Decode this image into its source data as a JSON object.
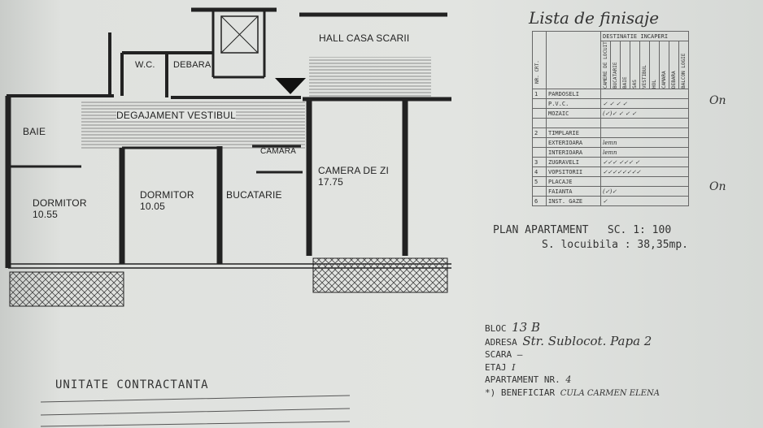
{
  "plan": {
    "rooms": [
      {
        "name": "HALL CASA SCARII"
      },
      {
        "name": "W.C."
      },
      {
        "name": "DEBARA"
      },
      {
        "name": "DEGAJAMENT VESTIBUL"
      },
      {
        "name": "BAIE"
      },
      {
        "name": "CAMARA"
      },
      {
        "name": "DORMITOR",
        "area": "10.55"
      },
      {
        "name": "DORMITOR",
        "area": "10.05"
      },
      {
        "name": "BUCATARIE"
      },
      {
        "name": "CAMERA DE ZI",
        "area": "17.75"
      }
    ]
  },
  "finishes": {
    "title": "Lista de finisaje",
    "header_group": "DESTINATIE INCAPERI",
    "nr_col": "NR. CRT.",
    "columns": [
      "CAMERE DE LOCUIT",
      "BUCATARIE",
      "BAIE",
      "SAS",
      "VESTIBUL",
      "HOL",
      "CAMARA",
      "DEBARA",
      "BALCON LOGIE"
    ],
    "rows": [
      {
        "nr": "1",
        "label": "PARDOSELI",
        "marks": ""
      },
      {
        "nr": "",
        "label": "P.V.C.",
        "marks": "✓      ✓ ✓ ✓"
      },
      {
        "nr": "",
        "label": "MOZAIC",
        "marks": "   (✓)✓      ✓ ✓ ✓"
      },
      {
        "nr": "",
        "label": "",
        "marks": ""
      },
      {
        "nr": "2",
        "label": "TIMPLARIE",
        "marks": ""
      },
      {
        "nr": "",
        "label": "EXTERIOARA",
        "marks": "lemn"
      },
      {
        "nr": "",
        "label": "INTERIOARA",
        "marks": "lemn"
      },
      {
        "nr": "3",
        "label": "ZUGRAVELI",
        "marks": "✓✓✓ ✓✓✓ ✓"
      },
      {
        "nr": "4",
        "label": "VOPSITORII",
        "marks": "✓✓✓✓✓✓✓✓"
      },
      {
        "nr": "5",
        "label": "PLACAJE",
        "marks": ""
      },
      {
        "nr": "",
        "label": "FAIANTA",
        "marks": "  (✓)✓"
      },
      {
        "nr": "6",
        "label": "INST. GAZE",
        "marks": "  ✓"
      }
    ],
    "notes": [
      "On",
      "On"
    ]
  },
  "plan_info": {
    "title": "PLAN APARTAMENT",
    "scale": "SC. 1: 100",
    "area": "S. locuibila : 38,35mp."
  },
  "form": {
    "bloc_label": "BLOC",
    "bloc_value": "13 B",
    "address_label": "ADRESA",
    "address_value": "Str. Sublocot. Papa 2",
    "scara_label": "SCARA",
    "scara_value": "—",
    "etaj_label": "ETAJ",
    "etaj_value": "I",
    "apt_label": "APARTAMENT NR.",
    "apt_value": "4",
    "beneficiar_label": "*) BENEFICIAR",
    "beneficiar_value": "CULA CARMEN ELENA"
  },
  "contractor": {
    "label": "UNITATE CONTRACTANTA"
  }
}
